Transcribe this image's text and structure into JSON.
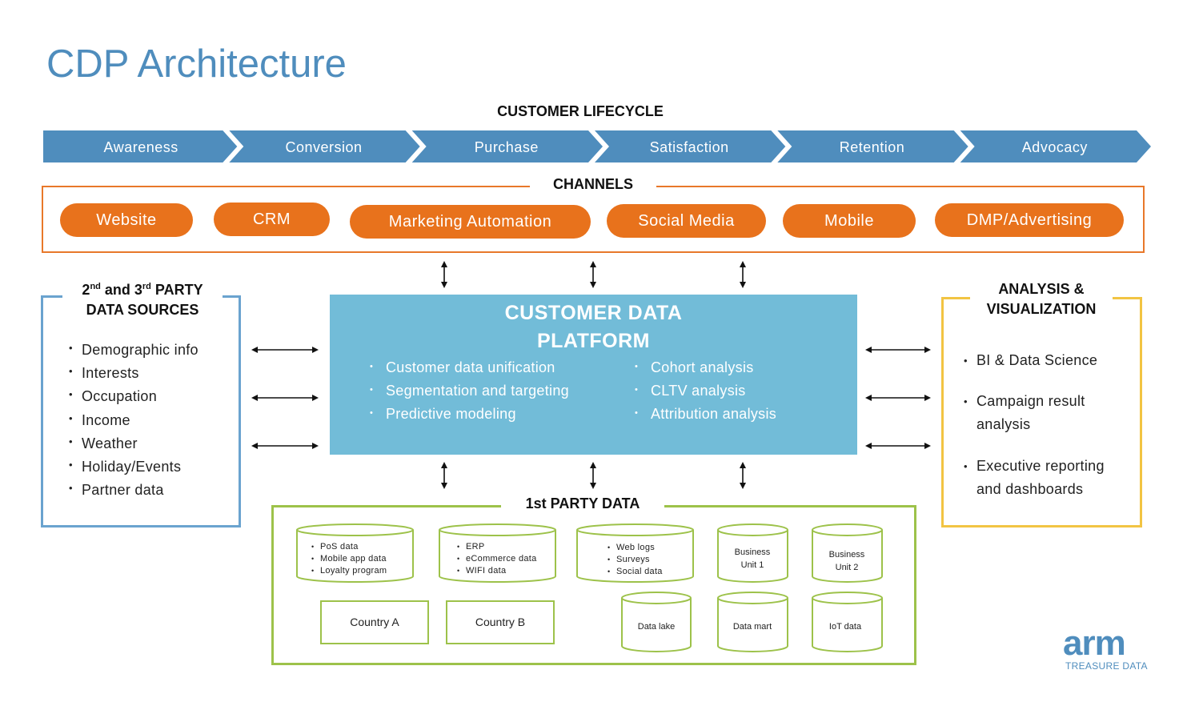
{
  "title": "CDP Architecture",
  "lifecycle": {
    "heading": "CUSTOMER LIFECYCLE",
    "stages": [
      "Awareness",
      "Conversion",
      "Purchase",
      "Satisfaction",
      "Retention",
      "Advocacy"
    ],
    "color": "#4f8dbd"
  },
  "channels": {
    "heading": "CHANNELS",
    "items": [
      "Website",
      "CRM",
      "Marketing Automation",
      "Social Media",
      "Mobile",
      "DMP/Advertising"
    ],
    "color": "#e8721c"
  },
  "party_sources": {
    "heading_part1": "2",
    "heading_sup1": "nd",
    "heading_part2": " and 3",
    "heading_sup2": "rd",
    "heading_part3": " PARTY",
    "heading_line2": "DATA SOURCES",
    "items": [
      "Demographic info",
      "Interests",
      "Occupation",
      "Income",
      "Weather",
      "Holiday/Events",
      "Partner data"
    ],
    "color": "#6aa3cf"
  },
  "cdp": {
    "title_line1": "CUSTOMER DATA",
    "title_line2": "PLATFORM",
    "left_items": [
      "Customer data unification",
      "Segmentation and targeting",
      "Predictive modeling"
    ],
    "right_items": [
      "Cohort analysis",
      "CLTV analysis",
      "Attribution analysis"
    ],
    "color": "#72bcd8"
  },
  "analysis": {
    "heading_line1": "ANALYSIS &",
    "heading_line2": "VISUALIZATION",
    "items": [
      {
        "line1": "BI & Data Science",
        "line2": ""
      },
      {
        "line1": "Campaign result",
        "line2": "analysis"
      },
      {
        "line1": "Executive reporting",
        "line2": "and dashboards"
      }
    ],
    "color": "#f2c443"
  },
  "first_party": {
    "heading": "1st PARTY DATA",
    "cyl1": [
      "PoS data",
      "Mobile app data",
      "Loyalty program"
    ],
    "cyl2": [
      "ERP",
      "eCommerce data",
      "WIFI data"
    ],
    "cyl3": [
      "Web logs",
      "Surveys",
      "Social data"
    ],
    "bu1": {
      "line1": "Business",
      "line2": "Unit 1"
    },
    "bu2": {
      "line1": "Business",
      "line2": "Unit 2"
    },
    "data_lake": "Data lake",
    "data_mart": "Data mart",
    "iot": "IoT data",
    "country_a": "Country A",
    "country_b": "Country B",
    "color": "#9dc24a"
  },
  "logo": {
    "brand": "arm",
    "sub": "TREASURE DATA"
  }
}
